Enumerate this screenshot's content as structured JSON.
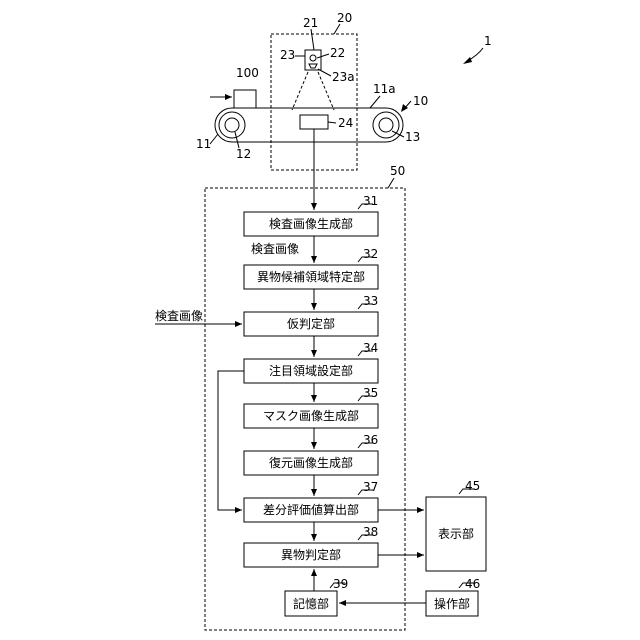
{
  "refs": {
    "system": "1",
    "conveyor": "10",
    "belt": "11",
    "belt_surface": "11a",
    "roller_left": "12",
    "roller_right": "13",
    "imaging_unit": "20",
    "camera": "21",
    "camera_body": "22",
    "camera_mount": "23",
    "camera_lens": "23a",
    "light": "24",
    "processing_unit": "50",
    "inspected_object": "100",
    "display": "45",
    "operation": "46",
    "storage": "39"
  },
  "blocks": [
    {
      "id": "31",
      "label": "検査画像生成部"
    },
    {
      "id": "32",
      "label": "異物候補領域特定部"
    },
    {
      "id": "33",
      "label": "仮判定部"
    },
    {
      "id": "34",
      "label": "注目領域設定部"
    },
    {
      "id": "35",
      "label": "マスク画像生成部"
    },
    {
      "id": "36",
      "label": "復元画像生成部"
    },
    {
      "id": "37",
      "label": "差分評価値算出部"
    },
    {
      "id": "38",
      "label": "異物判定部"
    }
  ],
  "storage_label": "記憶部",
  "display_label": "表示部",
  "operation_label": "操作部",
  "inspection_image_label_inner": "検査画像",
  "inspection_image_label_outer": "検査画像"
}
